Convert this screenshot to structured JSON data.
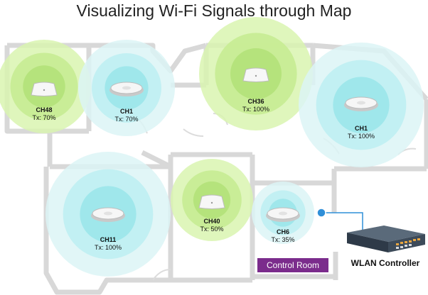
{
  "title": "Visualizing Wi-Fi Signals through Map",
  "colors": {
    "green_signal": "#c4eb8c",
    "cyan_signal": "#bfeef0",
    "wall": "#d8d8d8",
    "control_room_bg": "#7b2c8c",
    "link": "#2f8fd8"
  },
  "access_points": [
    {
      "id": "ap-ch48",
      "channel": "CH48",
      "tx": "Tx: 70%",
      "coverage": "green",
      "device": "rectangular-ap"
    },
    {
      "id": "ap-ch1-a",
      "channel": "CH1",
      "tx": "Tx: 70%",
      "coverage": "cyan",
      "device": "round-ap"
    },
    {
      "id": "ap-ch36",
      "channel": "CH36",
      "tx": "Tx: 100%",
      "coverage": "green",
      "device": "rectangular-ap"
    },
    {
      "id": "ap-ch1-b",
      "channel": "CH1",
      "tx": "Tx: 100%",
      "coverage": "cyan",
      "device": "round-ap"
    },
    {
      "id": "ap-ch11",
      "channel": "CH11",
      "tx": "Tx: 100%",
      "coverage": "cyan",
      "device": "round-ap"
    },
    {
      "id": "ap-ch40",
      "channel": "CH40",
      "tx": "Tx: 50%",
      "coverage": "green",
      "device": "rectangular-ap"
    },
    {
      "id": "ap-ch6",
      "channel": "CH6",
      "tx": "Tx: 35%",
      "coverage": "cyan",
      "device": "round-ap"
    }
  ],
  "control_room": "Control Room",
  "controller": {
    "label": "WLAN Controller",
    "icon": "network-switch-icon"
  }
}
